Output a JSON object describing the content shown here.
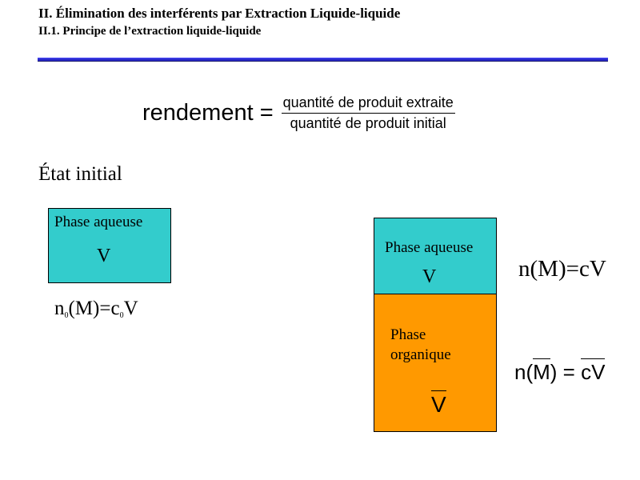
{
  "header": {
    "title": "II. Élimination des interférents par Extraction Liquide-liquide",
    "subtitle": "II.1. Principe de l’extraction liquide-liquide"
  },
  "formula": {
    "lhs": "rendement =",
    "numerator": "quantité de produit extraite",
    "denominator": "quantité de produit initial"
  },
  "initial": {
    "heading": "État initial",
    "aqueous_label": "Phase aqueuse",
    "aqueous_volume": "V",
    "amount_n": "n",
    "amount_sub0": "0",
    "amount_mid": "(M)=c",
    "amount_sub1": "0",
    "amount_end": "V"
  },
  "final": {
    "aqueous_label": "Phase aqueuse",
    "aqueous_volume": "V",
    "organic_label": "Phase organique",
    "organic_volume": "V",
    "aqueous_amount": "n(M)=cV",
    "organic_amount": {
      "n_open": "n(",
      "m": "M",
      "eq_close": ") = ",
      "c": "c",
      "v": "V"
    }
  },
  "colors": {
    "aqueous": "#33cccc",
    "organic": "#ff9900",
    "rule": "#2b2bcc"
  }
}
